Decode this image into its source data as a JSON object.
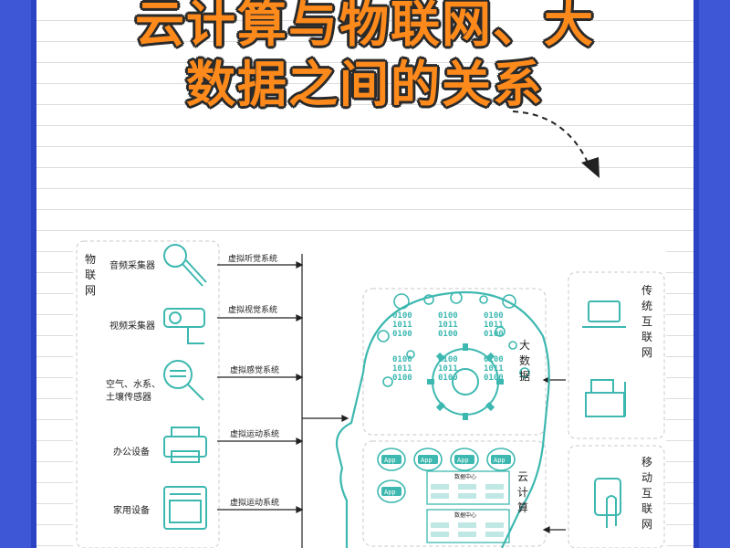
{
  "title": {
    "line1": "云计算与物联网、大",
    "line2": "数据之间的关系"
  },
  "iot": {
    "label": "物联网",
    "devices": [
      {
        "label": "音频采集器",
        "icon": "microphone-icon"
      },
      {
        "label": "视频采集器",
        "icon": "camera-icon"
      },
      {
        "label_line1": "空气、水系、",
        "label_line2": "土壤传感器",
        "icon": "sensor-magnifier-icon"
      },
      {
        "label": "办公设备",
        "icon": "printer-icon"
      },
      {
        "label": "家用设备",
        "icon": "oven-icon"
      }
    ],
    "systems": [
      "虚拟听觉系统",
      "虚拟视觉系统",
      "虚拟感觉系统",
      "虚拟运动系统",
      "虚拟运动系统"
    ]
  },
  "brain": {
    "big_data_label": "大数据",
    "binary_a": "0100",
    "binary_b": "1011"
  },
  "cloud": {
    "label": "云计算",
    "app_label": "App",
    "datacenter_label": "数据中心"
  },
  "traditional_internet": {
    "label": "传统互联网",
    "icons": [
      "laptop-icon",
      "desktop-icon"
    ]
  },
  "mobile_internet": {
    "label": "移动互联网",
    "icons": [
      "phone-tap-icon"
    ]
  },
  "colors": {
    "background": "#3e57d6",
    "title_fill": "#ff8a1c",
    "title_outline": "#2a2a2a",
    "line_art": "#3db8b0"
  }
}
